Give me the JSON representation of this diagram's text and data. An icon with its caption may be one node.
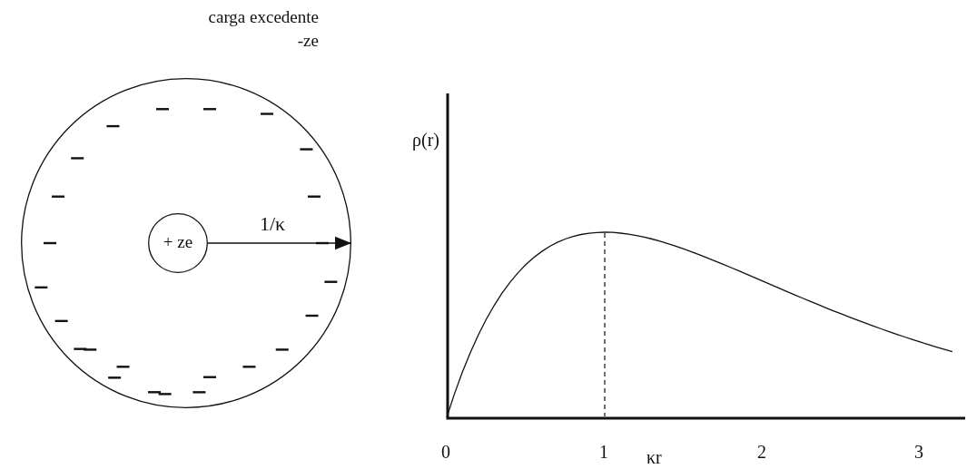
{
  "diagram": {
    "nodes": [
      {
        "text": [],
        "shape": "circle",
        "beside": [
          "carga excedente -ze"
        ]
      },
      {
        "text": [
          "+ ze"
        ],
        "in": 0
      }
    ],
    "edges": [
      {
        "from": 1,
        "to": 0,
        "arrow": "to",
        "label": "1/κ"
      }
    ],
    "labels": [
      "ρ(r)",
      "0",
      "1",
      "κr",
      "2",
      "3"
    ]
  }
}
